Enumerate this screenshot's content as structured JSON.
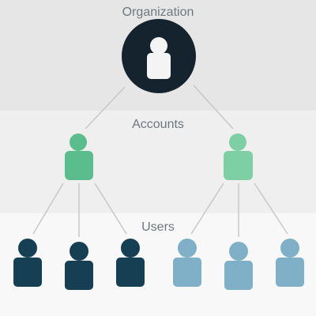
{
  "tiers": {
    "organization": "Organization",
    "accounts": "Accounts",
    "users": "Users"
  },
  "colors": {
    "band_org": "#e6e6e6",
    "band_accounts": "#efefef",
    "band_users": "#f8f8f8",
    "label_text": "#6f7780",
    "connector": "#c8c8c8",
    "org_circle": "#14232e",
    "org_figure": "#f4f4f4",
    "account_left": "#5bbd8c",
    "account_right": "#7ecfa3",
    "users_left": "#173f54",
    "users_right": "#7fb0c7"
  },
  "icons": {
    "organization": "person-in-circle-icon",
    "account": "person-icon",
    "user": "person-icon"
  },
  "structure": {
    "accounts": [
      {
        "name": "account-left",
        "users": 3
      },
      {
        "name": "account-right",
        "users": 3
      }
    ]
  }
}
